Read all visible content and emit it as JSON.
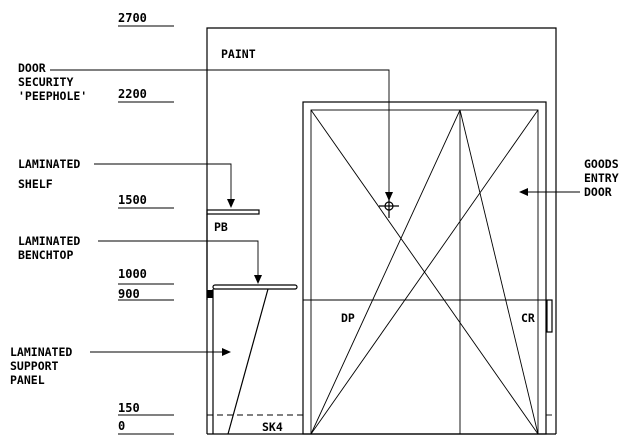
{
  "levels": {
    "l2700": "2700",
    "l2200": "2200",
    "l1500": "1500",
    "l1000": "1000",
    "l900": "900",
    "l150": "150",
    "l0": "0"
  },
  "labels": {
    "paint": "PAINT",
    "door_security": [
      "DOOR",
      "SECURITY",
      "'PEEPHOLE'"
    ],
    "laminated_shelf": [
      "LAMINATED",
      "SHELF"
    ],
    "laminated_benchtop": [
      "LAMINATED",
      "BENCHTOP"
    ],
    "laminated_support": [
      "LAMINATED",
      "SUPPORT",
      "PANEL"
    ],
    "goods_entry": [
      "GOODS",
      "ENTRY",
      "DOOR"
    ],
    "pb": "PB",
    "dp": "DP",
    "cr": "CR",
    "sk4": "SK4"
  }
}
